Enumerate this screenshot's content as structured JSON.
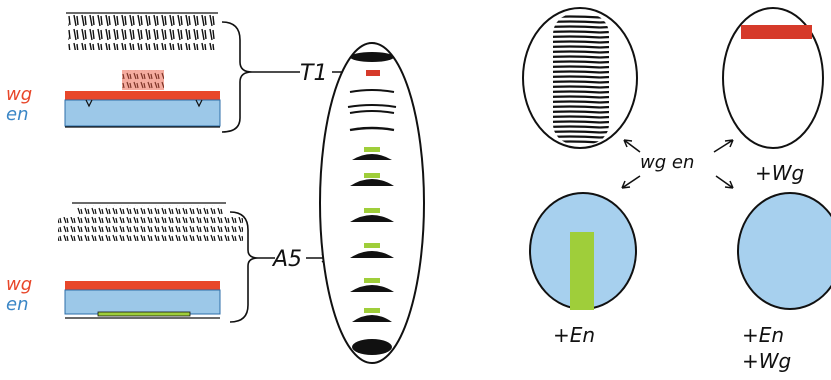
{
  "labels": {
    "t1": "T1",
    "a5": "A5",
    "wg_top": "wg",
    "en_top": "en",
    "wg_bottom": "wg",
    "en_bottom": "en",
    "wg_en_center": "wg en",
    "plus_wg": "+Wg",
    "plus_en": "+En",
    "plus_en_wg_line1": "+En",
    "plus_en_wg_line2": "+Wg"
  },
  "colors": {
    "wg": "#e8472a",
    "en": "#5aa0d6",
    "en_fill": "#9cc8e8",
    "green": "#9fce3a",
    "red_stripe": "#d63a2a",
    "ink": "#111111"
  }
}
